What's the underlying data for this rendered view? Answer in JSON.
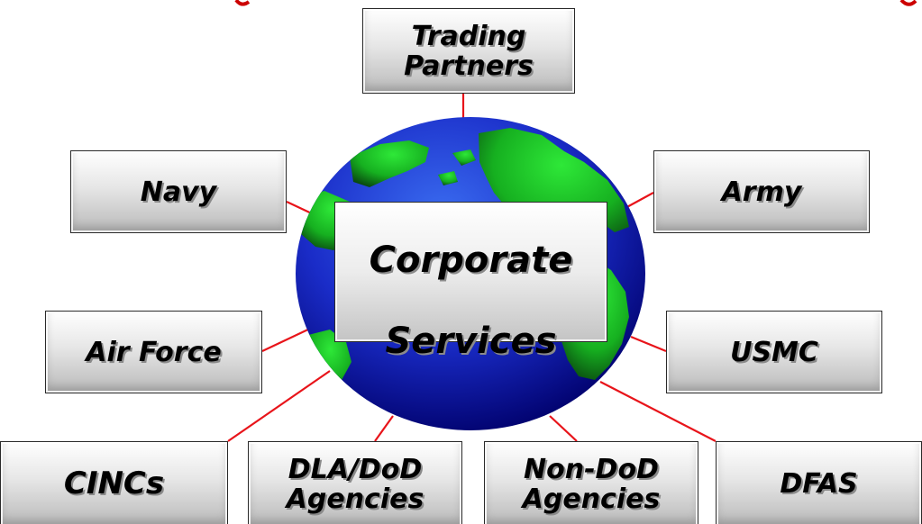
{
  "colors": {
    "connector": "#e8141a",
    "title_fragment": "#cc0000",
    "ocean_light": "#3a6cf0",
    "ocean_dark": "#00006a",
    "land_light": "#2ee838",
    "land_dark": "#0a4a10"
  },
  "center": {
    "line1": "Corporate",
    "line2": "Services"
  },
  "nodes": {
    "trading_partners": {
      "line1": "Trading",
      "line2": "Partners"
    },
    "navy": {
      "line1": "Navy"
    },
    "army": {
      "line1": "Army"
    },
    "air_force": {
      "line1": "Air Force"
    },
    "usmc": {
      "line1": "USMC"
    },
    "cincs": {
      "line1": "CINCs"
    },
    "dla_dod_agencies": {
      "line1": "DLA/DoD",
      "line2": "Agencies"
    },
    "non_dod_agencies": {
      "line1": "Non-DoD",
      "line2": "Agencies"
    },
    "dfas": {
      "line1": "DFAS"
    }
  },
  "icons": {
    "globe": "globe-icon"
  }
}
